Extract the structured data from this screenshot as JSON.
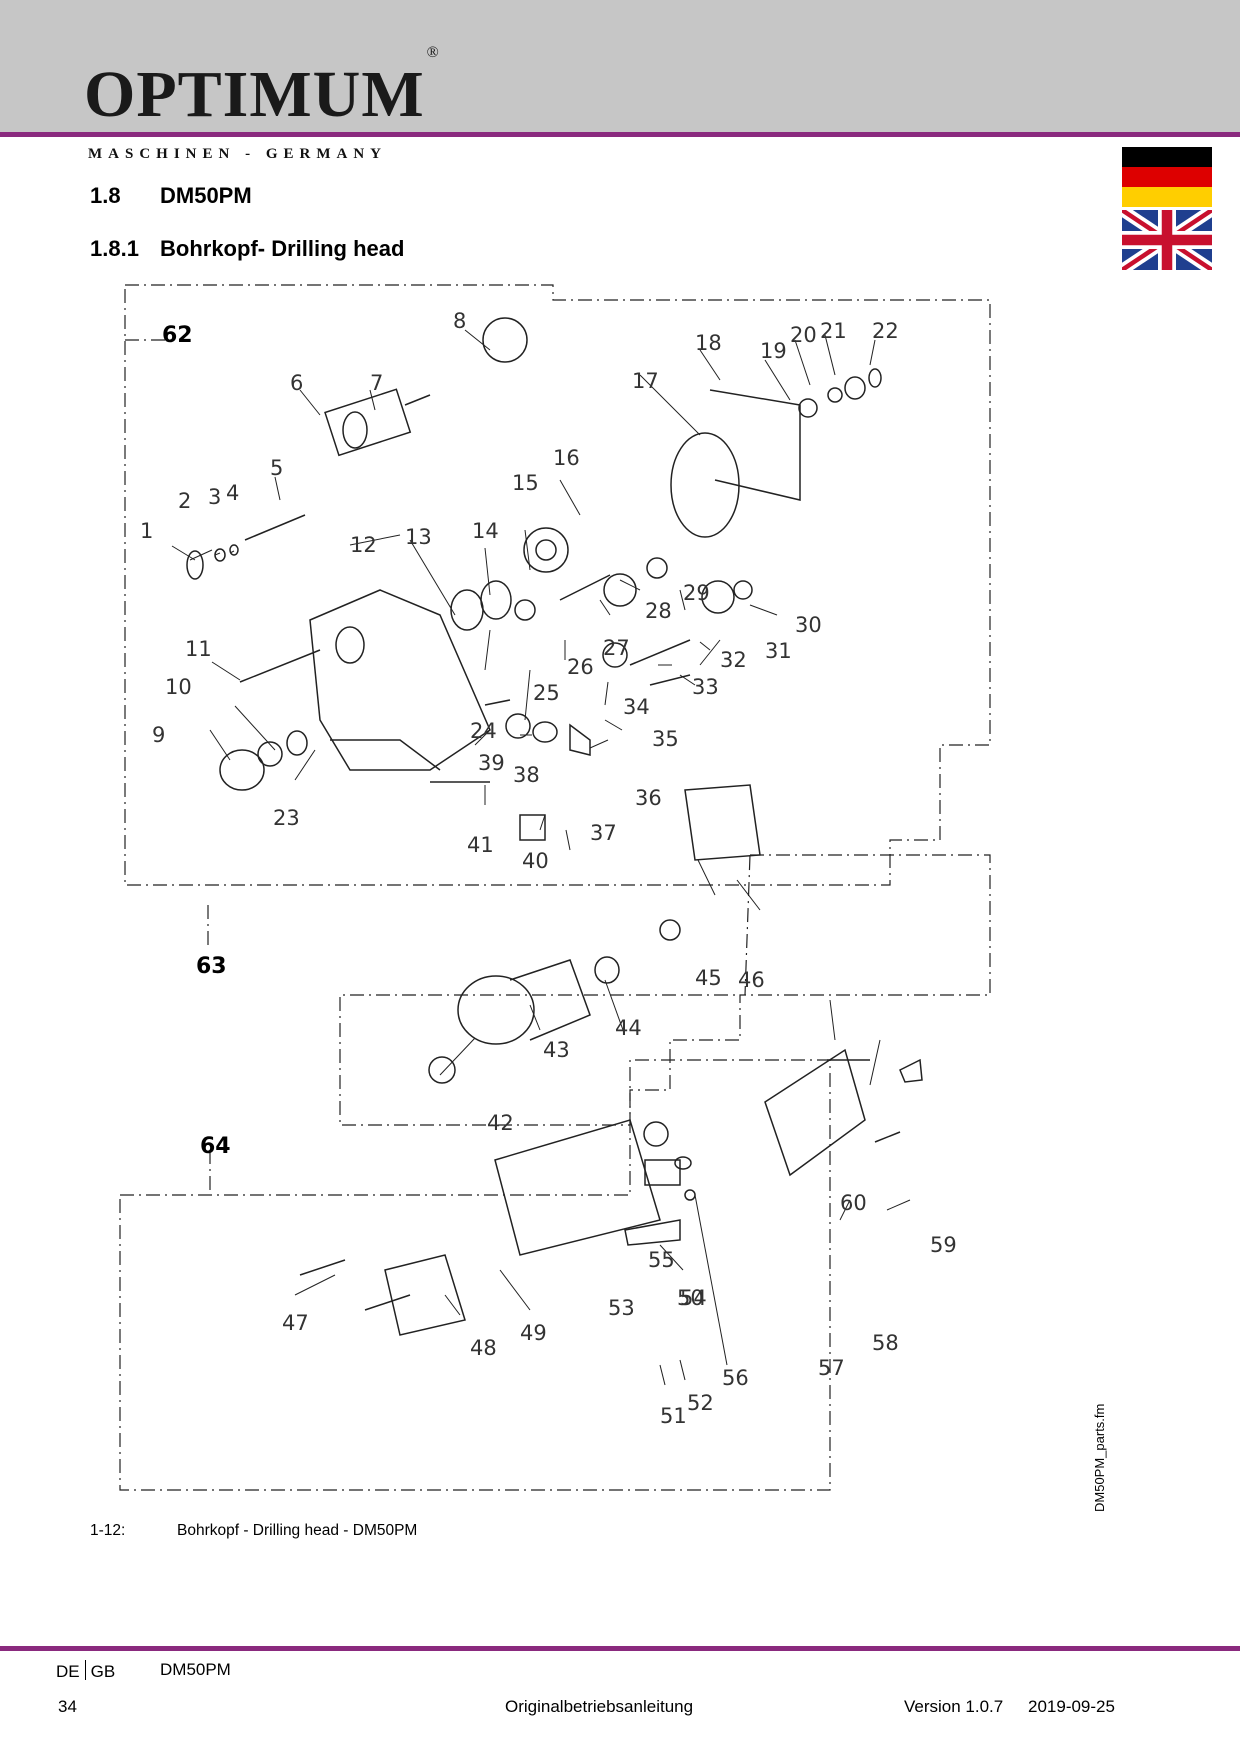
{
  "header": {
    "logo_text": "OPTIMUM",
    "logo_mark": "®",
    "tagline": "MASCHINEN - GERMANY",
    "flags": [
      "de-flag-icon",
      "gb-flag-icon"
    ]
  },
  "section": {
    "number": "1.8",
    "title": "DM50PM"
  },
  "subsection": {
    "number": "1.8.1",
    "title": "Bohrkopf- Drilling head"
  },
  "diagram": {
    "group_labels": [
      "62",
      "63",
      "64"
    ],
    "part_numbers": [
      "1",
      "2",
      "3",
      "4",
      "5",
      "6",
      "7",
      "8",
      "9",
      "10",
      "11",
      "12",
      "13",
      "14",
      "15",
      "16",
      "17",
      "18",
      "19",
      "20",
      "21",
      "22",
      "23",
      "24",
      "25",
      "26",
      "27",
      "28",
      "29",
      "30",
      "31",
      "32",
      "33",
      "34",
      "35",
      "36",
      "37",
      "38",
      "39",
      "40",
      "41",
      "42",
      "43",
      "44",
      "45",
      "46",
      "47",
      "48",
      "49",
      "50",
      "51",
      "52",
      "53",
      "54",
      "55",
      "56",
      "57",
      "58",
      "59",
      "60"
    ]
  },
  "figure_caption": {
    "label": "1-12:",
    "text": "Bohrkopf - Drilling head - DM50PM"
  },
  "side_file": "DM50PM_parts.fm",
  "footer": {
    "lang_de": "DE",
    "lang_gb": "GB",
    "model": "DM50PM",
    "page": "34",
    "doc_title": "Originalbetriebsanleitung",
    "version": "Version 1.0.7",
    "date": "2019-09-25"
  },
  "colors": {
    "accent": "#8a2a7e",
    "header_bg": "#c6c6c6"
  }
}
